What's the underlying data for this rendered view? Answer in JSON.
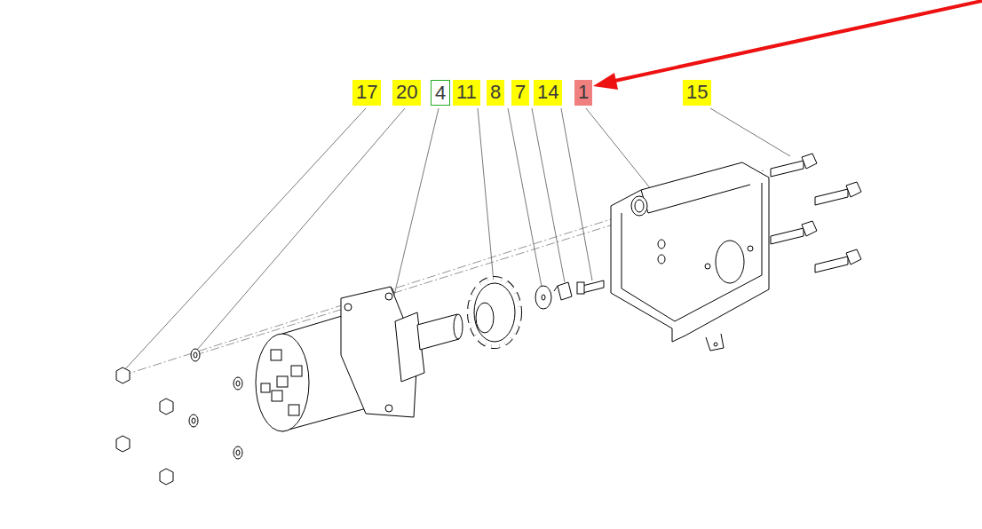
{
  "diagram": {
    "labels": [
      "17",
      "20",
      "4",
      "11",
      "8",
      "7",
      "14",
      "1",
      "15"
    ]
  }
}
